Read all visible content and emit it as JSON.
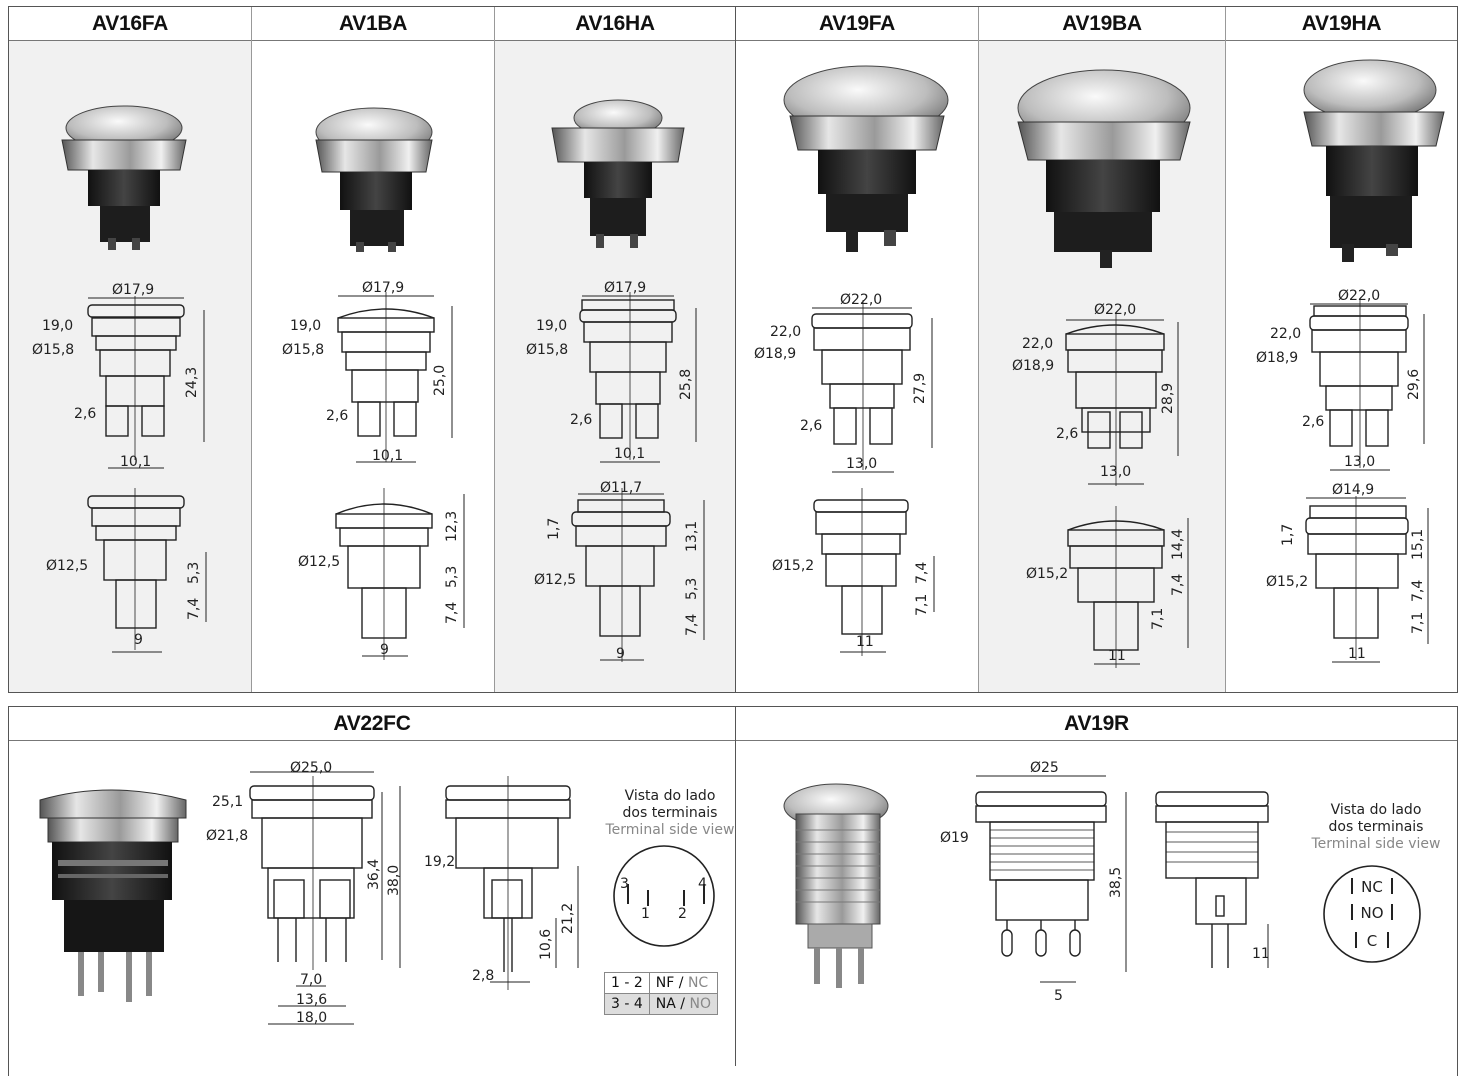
{
  "models": [
    {
      "code": "AV16FA",
      "dims": {
        "head_dia": "Ø17,9",
        "hex": "19,0",
        "thread": "Ø15,8",
        "term_w": "2,6",
        "height": "24,3",
        "pitch": "10,1",
        "base_dia": "Ø12,5",
        "a": "5,3",
        "b": "7,4",
        "tail": "9"
      }
    },
    {
      "code": "AV1BA",
      "dims": {
        "head_dia": "Ø17,9",
        "hex": "19,0",
        "thread": "Ø15,8",
        "term_w": "2,6",
        "height": "25,0",
        "pitch": "10,1",
        "base_dia": "Ø12,5",
        "top": "12,3",
        "a": "5,3",
        "b": "7,4",
        "tail": "9"
      }
    },
    {
      "code": "AV16HA",
      "dims": {
        "head_dia": "Ø17,9",
        "hex": "19,0",
        "thread": "Ø15,8",
        "term_w": "2,6",
        "height": "25,8",
        "pitch": "10,1",
        "cap_dia": "Ø11,7",
        "cap_h": "1,7",
        "base_dia": "Ø12,5",
        "top": "13,1",
        "a": "5,3",
        "b": "7,4",
        "tail": "9"
      }
    },
    {
      "code": "AV19FA",
      "dims": {
        "head_dia": "Ø22,0",
        "hex": "22,0",
        "thread": "Ø18,9",
        "term_w": "2,6",
        "height": "27,9",
        "pitch": "13,0",
        "base_dia": "Ø15,2",
        "a": "7,4",
        "b": "7,1",
        "tail": "11"
      }
    },
    {
      "code": "AV19BA",
      "dims": {
        "head_dia": "Ø22,0",
        "hex": "22,0",
        "thread": "Ø18,9",
        "term_w": "2,6",
        "height": "28,9",
        "pitch": "13,0",
        "base_dia": "Ø15,2",
        "top": "14,4",
        "a": "7,4",
        "b": "7,1",
        "tail": "11"
      }
    },
    {
      "code": "AV19HA",
      "dims": {
        "head_dia": "Ø22,0",
        "hex": "22,0",
        "thread": "Ø18,9",
        "term_w": "2,6",
        "height": "29,6",
        "pitch": "13,0",
        "cap_dia": "Ø14,9",
        "cap_h": "1,7",
        "base_dia": "Ø15,2",
        "top": "15,1",
        "a": "7,4",
        "b": "7,1",
        "tail": "11"
      }
    }
  ],
  "av22fc": {
    "title": "AV22FC",
    "dims": {
      "head_dia": "Ø25,0",
      "hex": "25,1",
      "thread": "Ø21,8",
      "h1": "36,4",
      "h2": "38,0",
      "p1": "7,0",
      "p2": "13,6",
      "p3": "18,0",
      "side_w": "19,2",
      "side_h1": "21,2",
      "side_h2": "10,6",
      "pin": "2,8"
    },
    "view_pt": [
      "Vista do lado",
      "dos terminais"
    ],
    "view_en": "Terminal side view",
    "pins": [
      "3",
      "4",
      "1",
      "2"
    ],
    "table": [
      {
        "pair": "1 - 2",
        "pt": "NF",
        "sep": " / ",
        "en": "NC"
      },
      {
        "pair": "3 - 4",
        "pt": "NA",
        "sep": " / ",
        "en": "NO"
      }
    ]
  },
  "av19r": {
    "title": "AV19R",
    "dims": {
      "head_dia": "Ø25",
      "thread": "Ø19",
      "height": "38,5",
      "pitch": "5",
      "pin_len": "11"
    },
    "view_pt": [
      "Vista do lado",
      "dos terminais"
    ],
    "view_en": "Terminal side view",
    "pins": [
      "NC",
      "NO",
      "C"
    ]
  },
  "colors": {
    "line": "#222",
    "metal_dark": "#2a2a2a",
    "metal_light": "#d8d8d8",
    "panel_bg": "#f1f1f1",
    "border": "#555"
  }
}
